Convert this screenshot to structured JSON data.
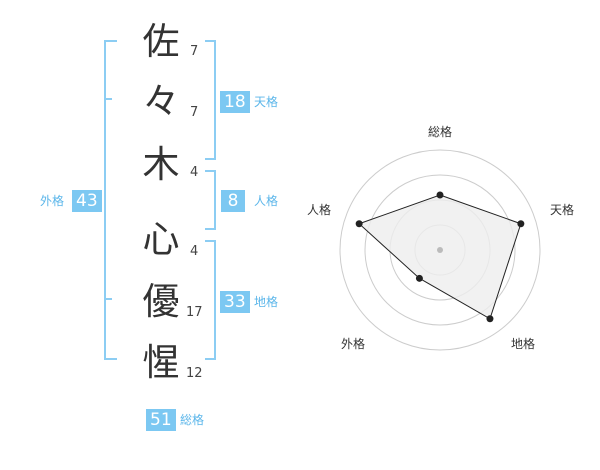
{
  "characters": [
    {
      "char": "佐",
      "strokes": "7"
    },
    {
      "char": "々",
      "strokes": "7"
    },
    {
      "char": "木",
      "strokes": "4"
    },
    {
      "char": "心",
      "strokes": "4"
    },
    {
      "char": "優",
      "strokes": "17"
    },
    {
      "char": "惺",
      "strokes": "12"
    }
  ],
  "fortunes": {
    "tenkaku": {
      "value": "18",
      "label": "天格"
    },
    "jinkaku": {
      "value": "8",
      "label": "人格"
    },
    "chikaku": {
      "value": "33",
      "label": "地格"
    },
    "gaikaku": {
      "value": "43",
      "label": "外格"
    },
    "soukaku": {
      "value": "51",
      "label": "総格"
    }
  },
  "radar": {
    "labels": [
      "総格",
      "天格",
      "地格",
      "外格",
      "人格"
    ],
    "levels": [
      0.55,
      0.85,
      0.85,
      0.35,
      0.85
    ],
    "colors": {
      "fill": "#eeeeee",
      "line": "#222222",
      "ring": "#cccccc"
    }
  },
  "colors": {
    "accent": "#7cc8f2",
    "bracket": "#8ccdf3"
  }
}
